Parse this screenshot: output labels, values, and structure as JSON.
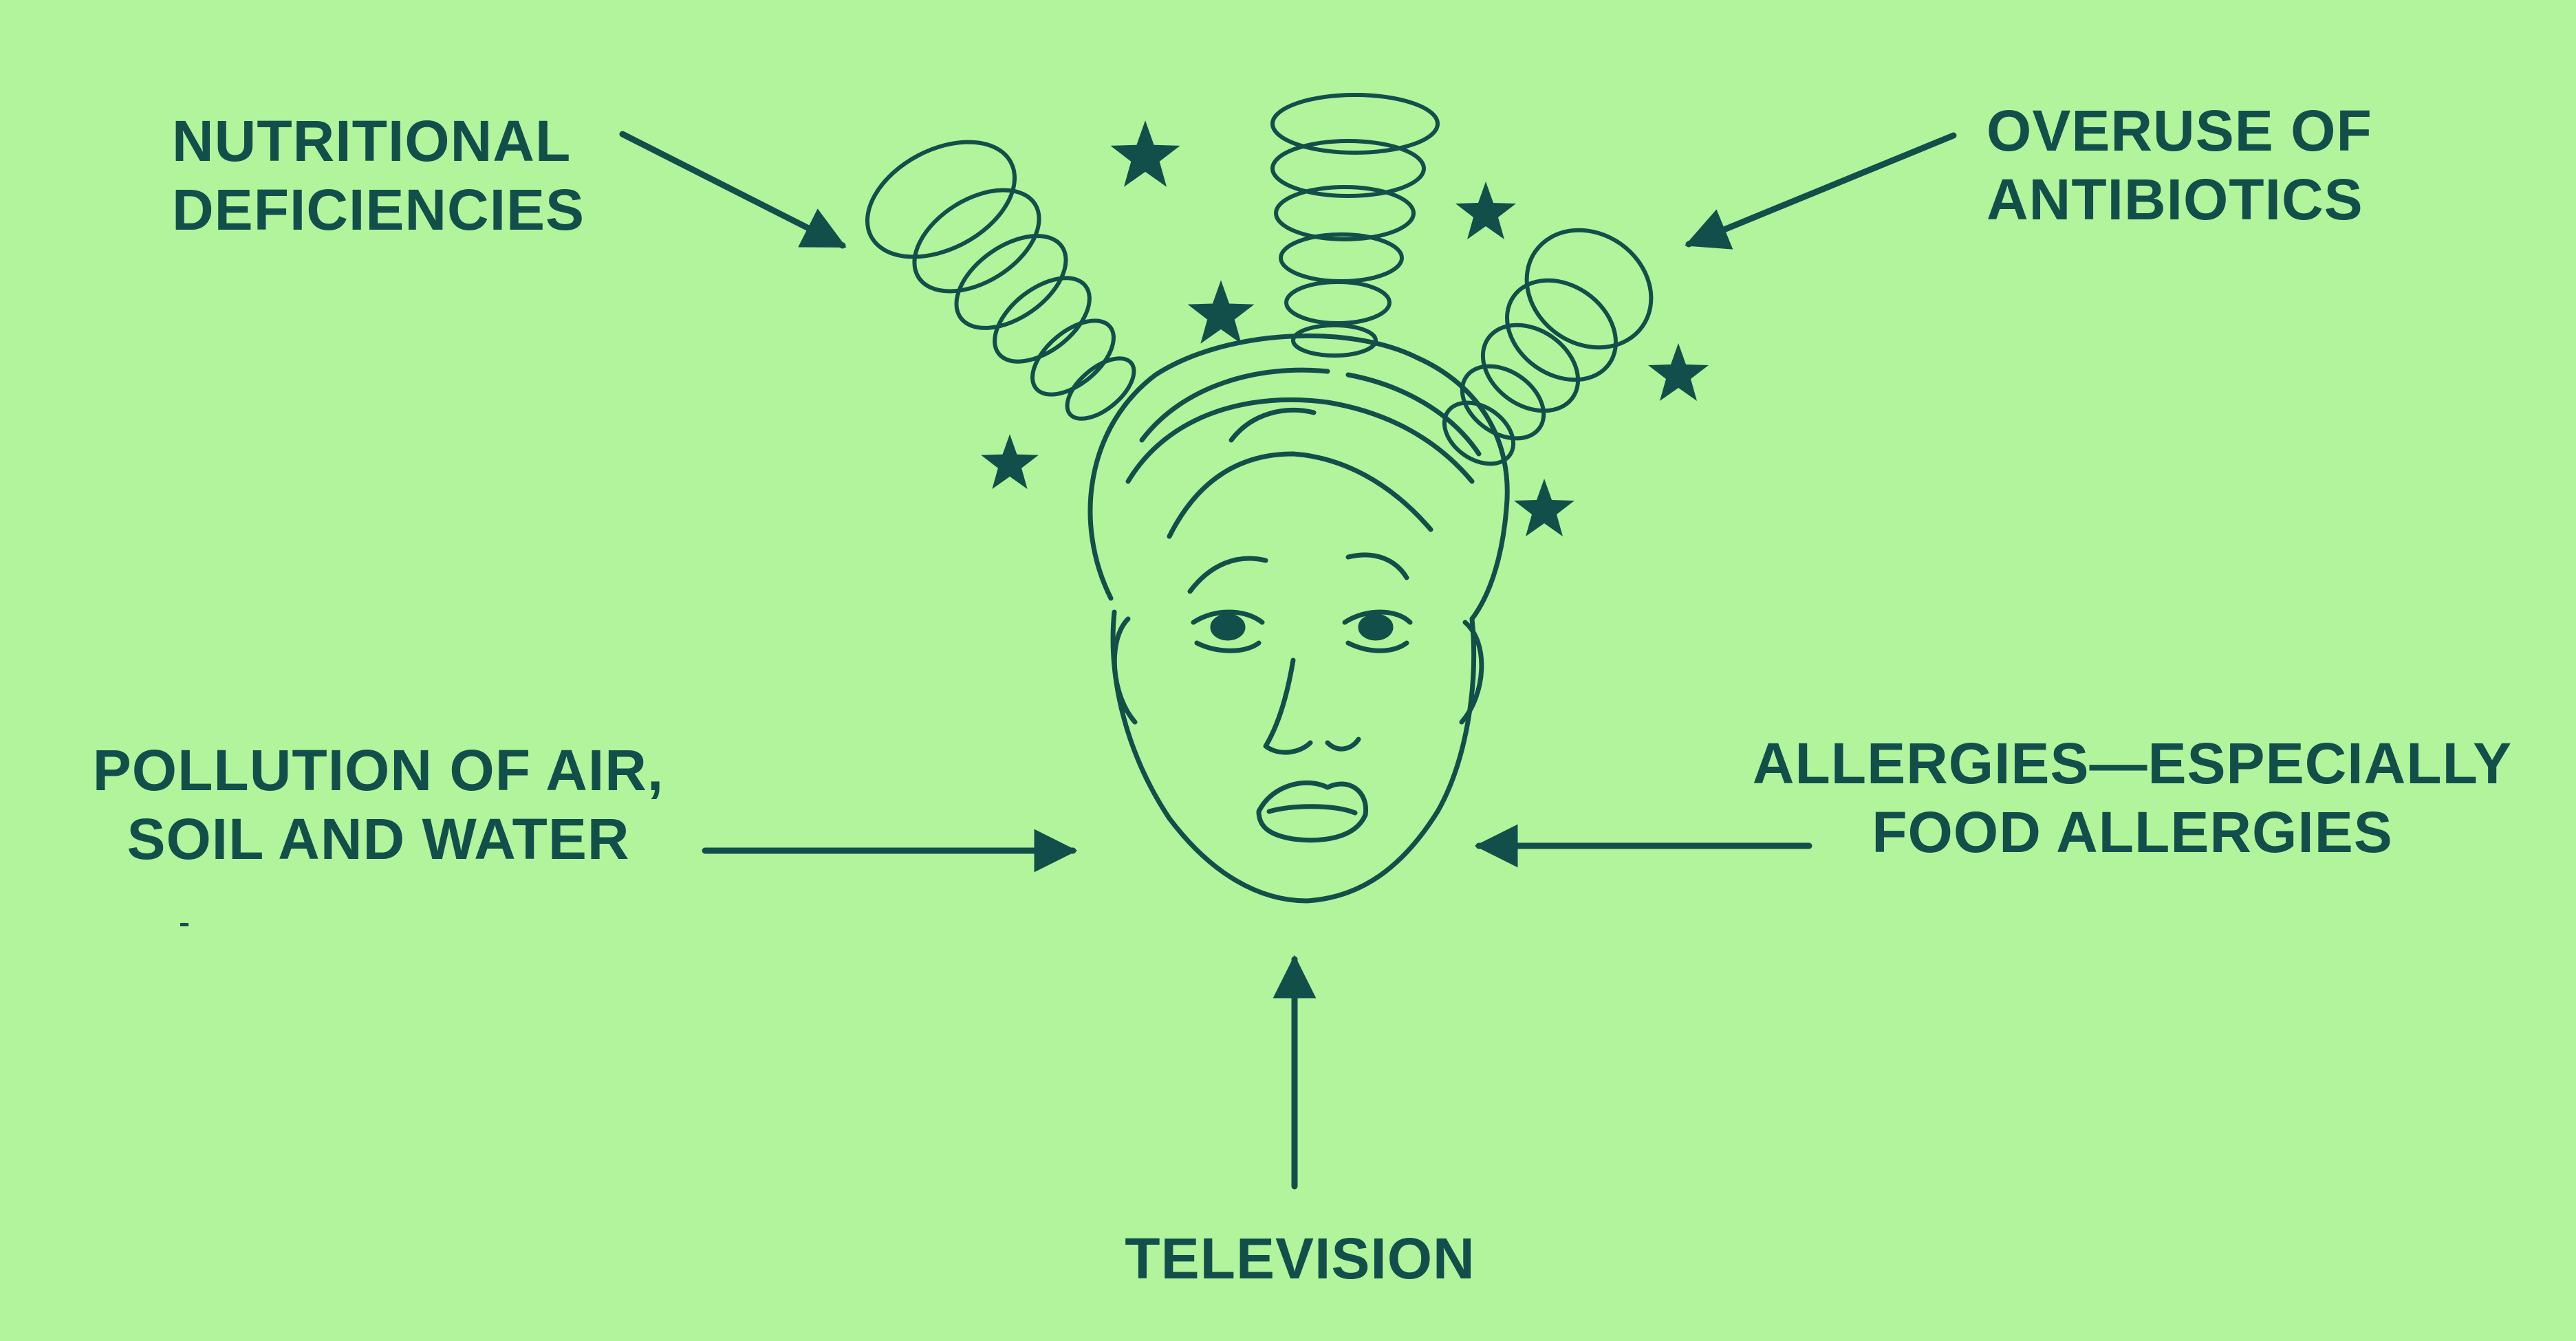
{
  "colors": {
    "background": "#b1f49c",
    "ink": "#124f4b"
  },
  "labels": {
    "nutritional": {
      "line1": "NUTRITIONAL",
      "line2": "DEFICIENCIES"
    },
    "antibiotics": {
      "line1": "OVERUSE OF",
      "line2": "ANTIBIOTICS"
    },
    "pollution": {
      "line1": "POLLUTION OF AIR,",
      "line2": "SOIL AND WATER"
    },
    "allergies": {
      "line1": "ALLERGIES—ESPECIALLY",
      "line2": "FOOD ALLERGIES"
    },
    "television": {
      "line1": "TELEVISION"
    }
  },
  "illustration": {
    "subject": "dizzy-child-head-icon",
    "decorations": [
      "spring-coil-icon",
      "star-icon"
    ]
  }
}
